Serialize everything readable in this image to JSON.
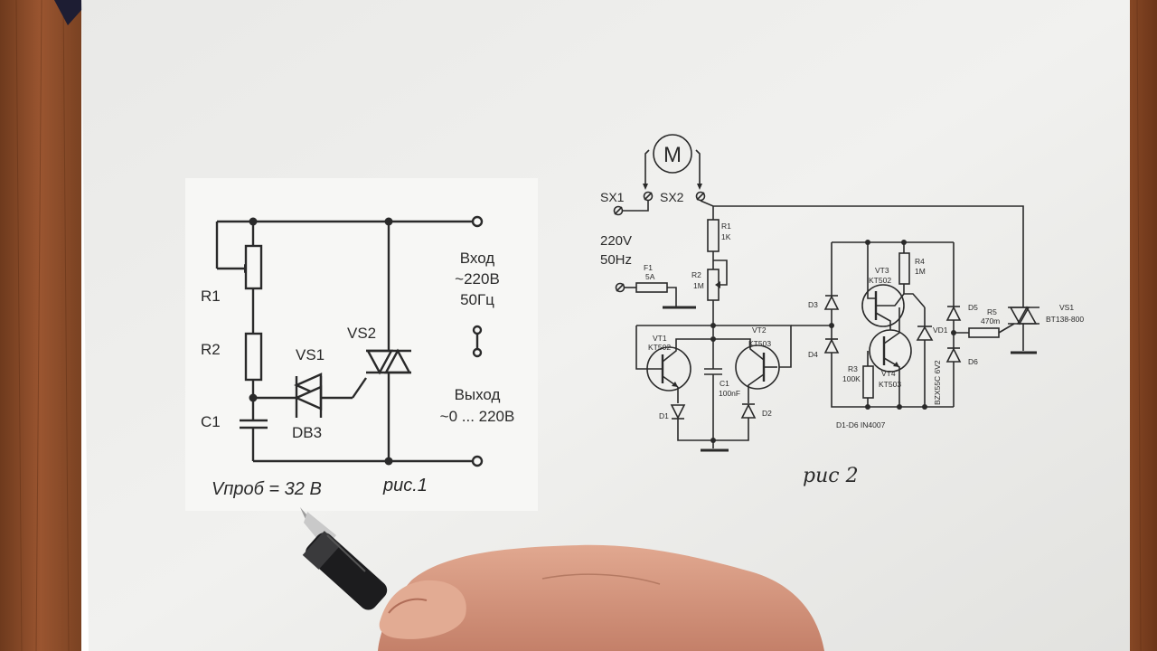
{
  "fig1": {
    "r1": "R1",
    "r2": "R2",
    "c1": "C1",
    "vs1": "VS1",
    "vs2": "VS2",
    "db3": "DB3",
    "input_title": "Вход",
    "input_voltage": "~220В",
    "input_freq": "50Гц",
    "output_title": "Выход",
    "output_range": "~0 ... 220В",
    "caption_note": "Vпроб = 32 В",
    "caption": "рис.1"
  },
  "fig2": {
    "motor": "M",
    "sx1": "SX1",
    "sx2": "SX2",
    "supply_voltage": "220V",
    "supply_freq": "50Hz",
    "f1": "F1",
    "f1_value": "5A",
    "r1": "R1",
    "r1_value": "1K",
    "r2": "R2",
    "r2_value": "1M",
    "vt1": "VT1",
    "vt1_type": "KT502",
    "vt2": "VT2",
    "vt2_type": "KT503",
    "c1": "C1",
    "c1_value": "100nF",
    "d1": "D1",
    "d2": "D2",
    "d3": "D3",
    "d4": "D4",
    "d5": "D5",
    "d6": "D6",
    "vt3": "VT3",
    "vt3_type": "KT502",
    "vt4": "VT4",
    "vt4_type": "KT503",
    "r3": "R3",
    "r3_value": "100K",
    "r4": "R4",
    "r4_value": "1M",
    "vd1": "VD1",
    "vd1_type": "BZX55C 6V2",
    "r5": "R5",
    "r5_value": "470m",
    "vs1": "VS1",
    "vs1_type": "BT138-800",
    "diodes_note": "D1-D6 IN4007",
    "caption": "рис 2"
  },
  "colors": {
    "wood": "#8a4a26",
    "paper": "#eeeeec",
    "ink": "#2a2a2a",
    "skin": "#d89a82",
    "pen": "#1c1c1e"
  }
}
